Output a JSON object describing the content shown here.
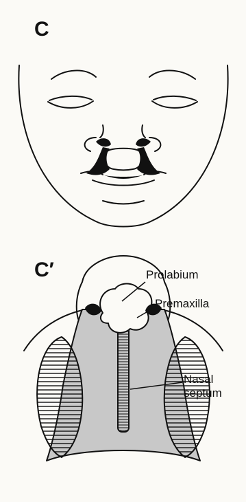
{
  "panels": [
    {
      "label": "C"
    },
    {
      "label": "C′"
    }
  ],
  "callouts": {
    "prolabium": "Prolabium",
    "premaxilla": "Premaxilla",
    "nasal_line1": "Nasal",
    "nasal_line2": "septum"
  }
}
